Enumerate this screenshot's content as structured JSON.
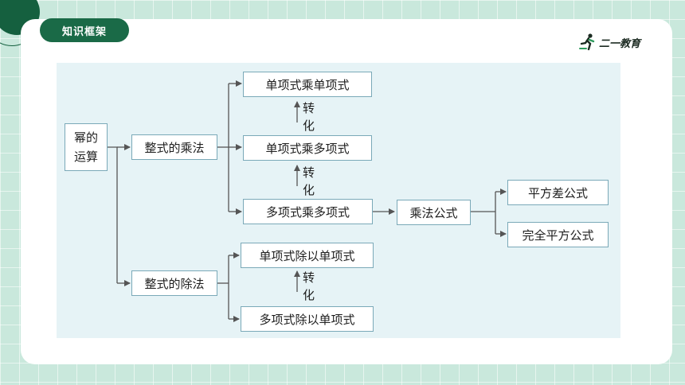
{
  "header": {
    "title": "知识框架"
  },
  "logo": {
    "text": "二一教育",
    "icon": "runner-icon"
  },
  "colors": {
    "dark_green": "#15603f",
    "pill": "#1a6a47",
    "panel": "#e6f3f6",
    "border": "#7aa9b8"
  },
  "diagram": {
    "root": {
      "line1": "幂的",
      "line2": "运算"
    },
    "mult": "整式的乘法",
    "div": "整式的除法",
    "mono_mono": "单项式乘单项式",
    "mono_poly": "单项式乘多项式",
    "poly_poly": "多项式乘多项式",
    "formula": "乘法公式",
    "diff_sq": "平方差公式",
    "perfect_sq": "完全平方公式",
    "mono_div": "单项式除以单项式",
    "poly_div": "多项式除以单项式",
    "convert": {
      "c1": "转",
      "c2": "化"
    }
  }
}
